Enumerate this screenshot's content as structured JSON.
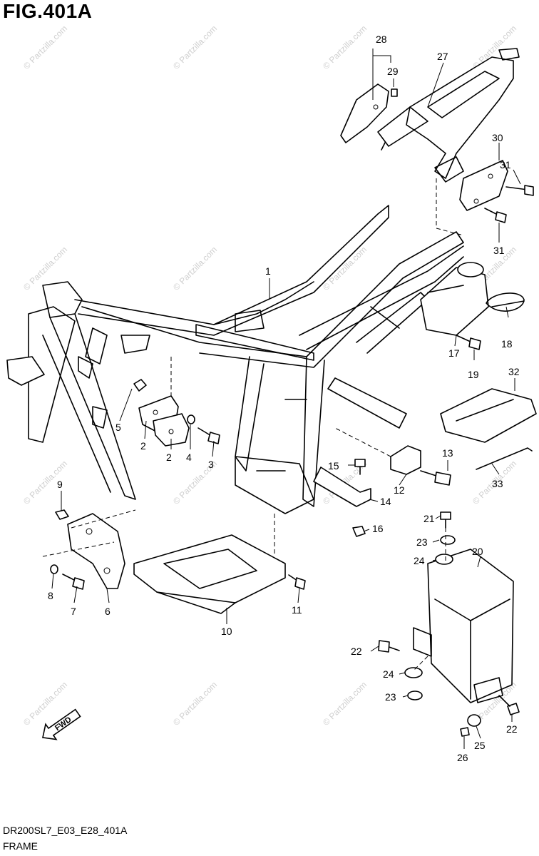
{
  "title": "FIG.401A",
  "footer": {
    "code": "DR200SL7_E03_E28_401A",
    "name": "FRAME"
  },
  "fwd_label": "FWD",
  "watermark": "© Partzilla.com",
  "callouts": [
    "1",
    "2",
    "2",
    "3",
    "4",
    "5",
    "6",
    "7",
    "8",
    "9",
    "10",
    "11",
    "12",
    "13",
    "14",
    "15",
    "16",
    "17",
    "18",
    "19",
    "20",
    "21",
    "22",
    "22",
    "23",
    "23",
    "24",
    "24",
    "25",
    "26",
    "27",
    "28",
    "29",
    "30",
    "31",
    "31",
    "32",
    "33"
  ],
  "icons": [
    "fwd-arrow-icon"
  ]
}
